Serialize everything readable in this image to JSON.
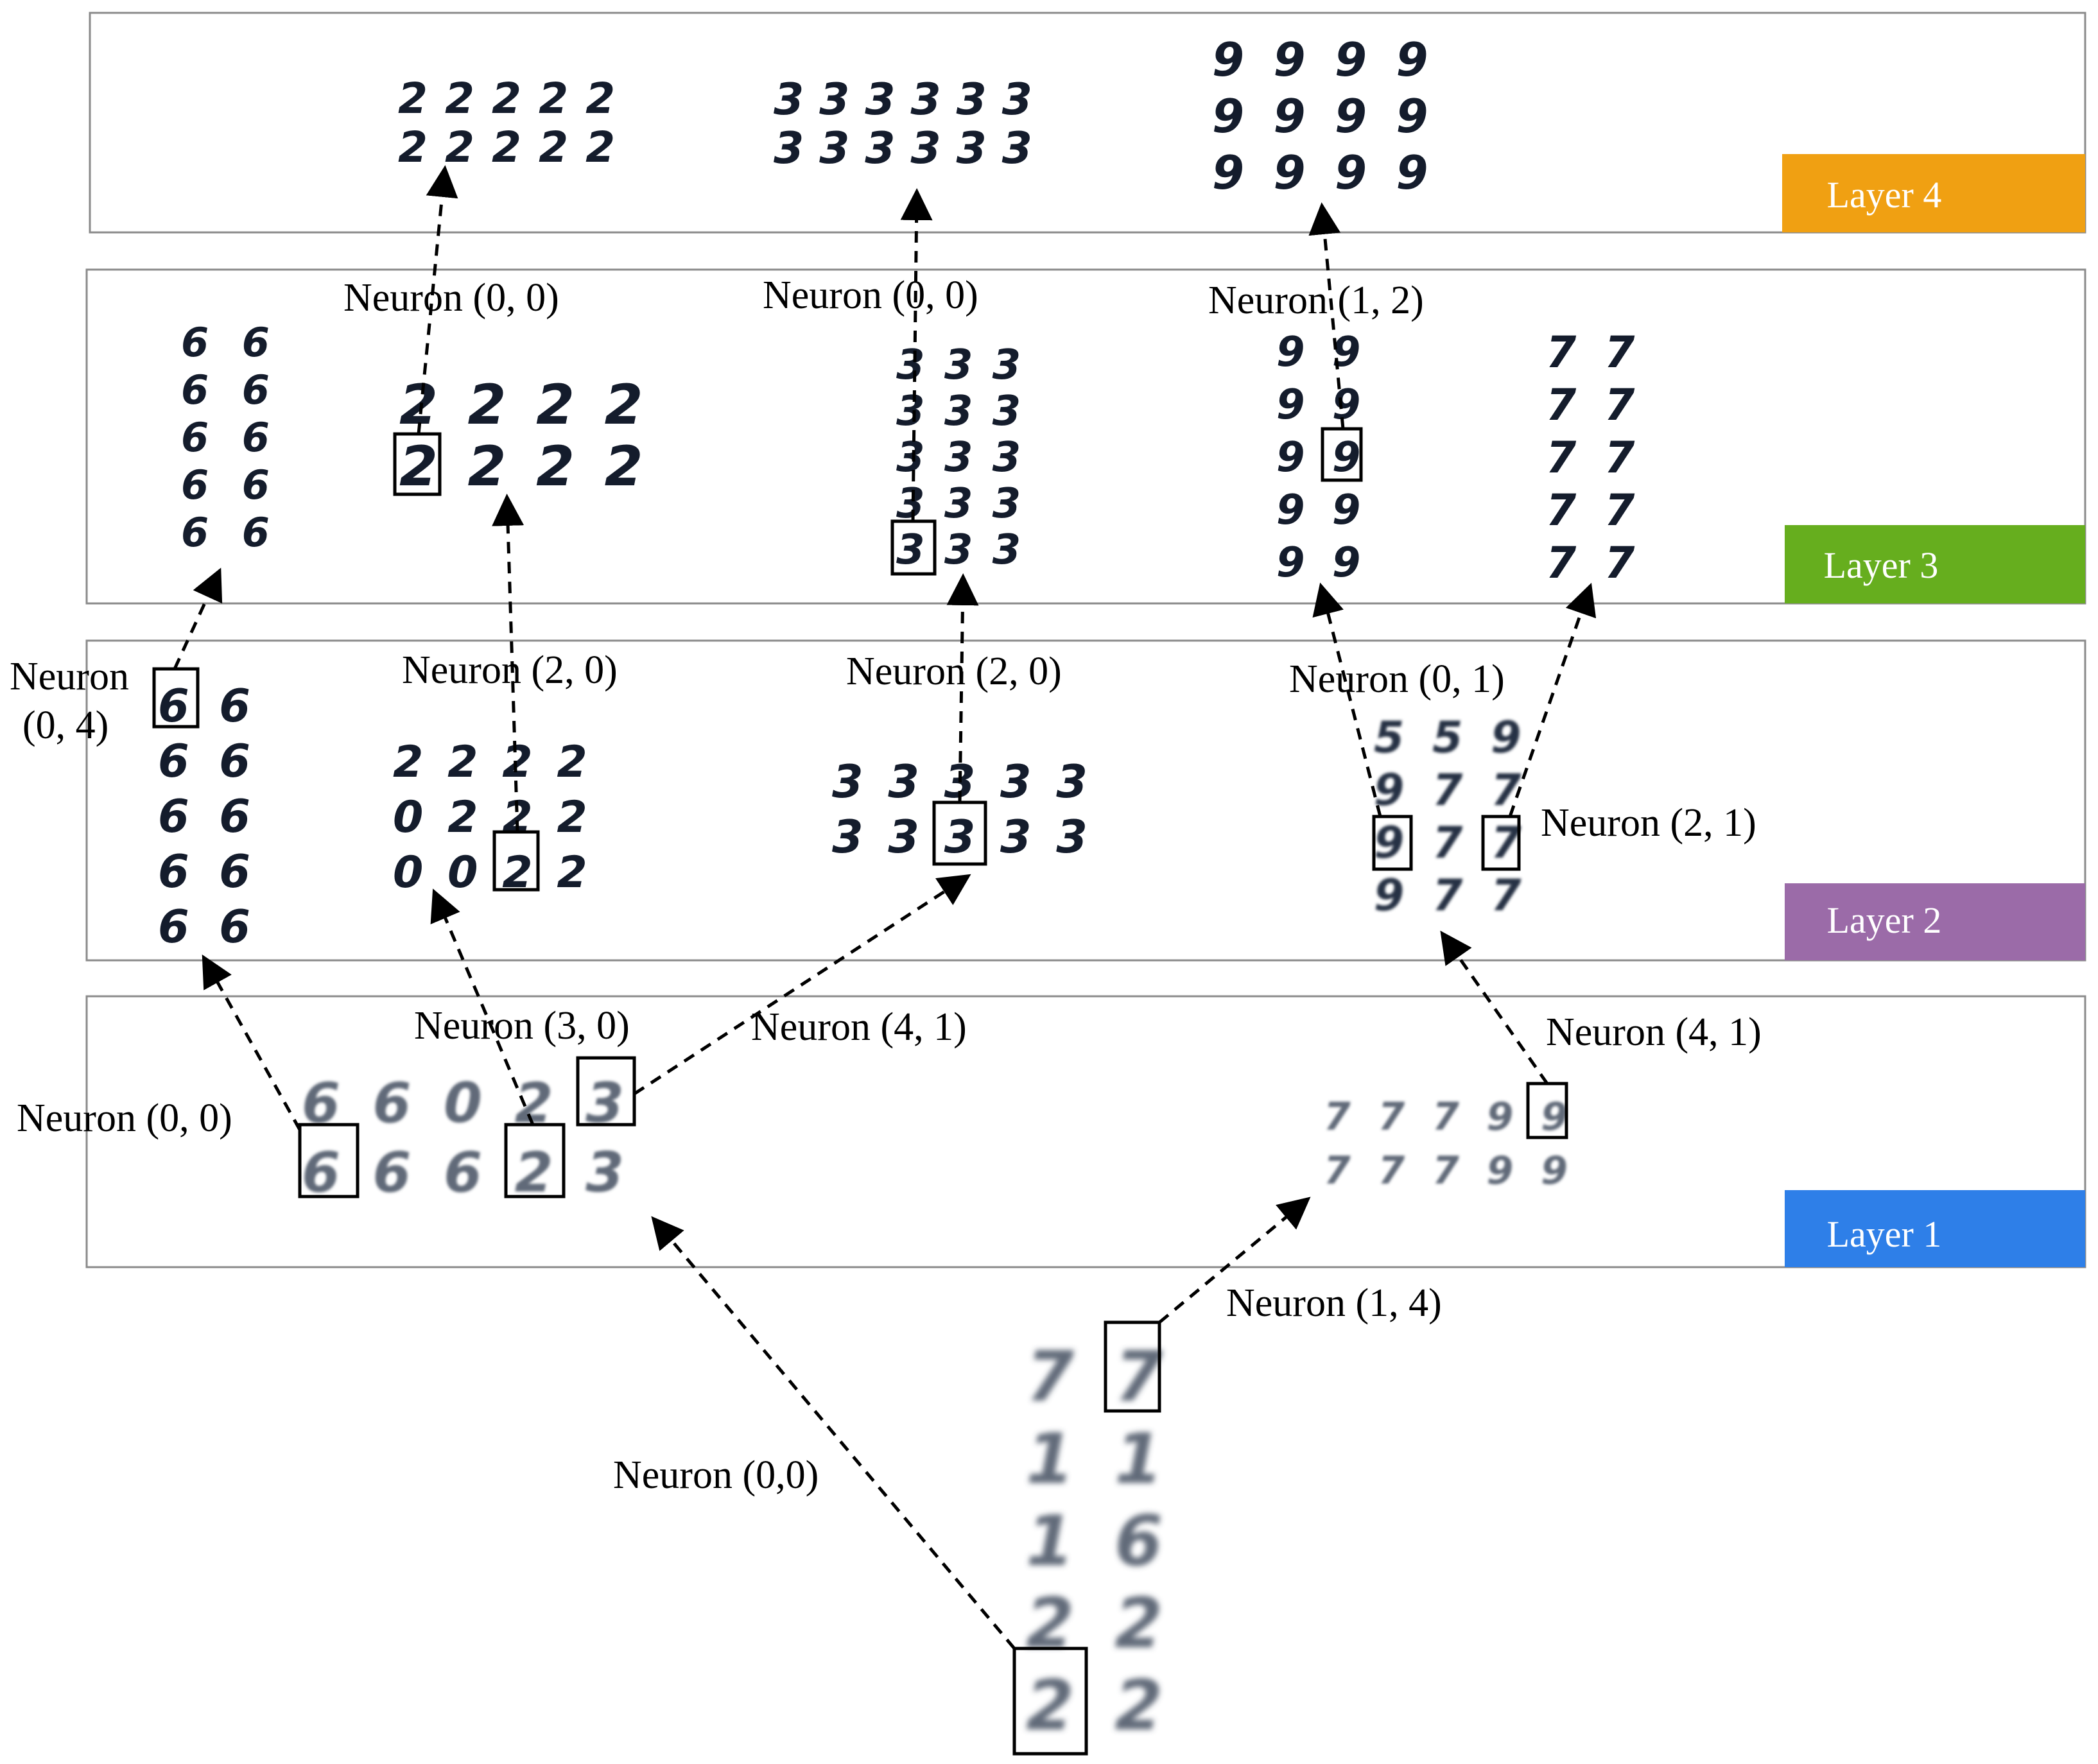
{
  "layers": [
    {
      "name": "Layer 4",
      "color": "#F0A012"
    },
    {
      "name": "Layer 3",
      "color": "#66AE1E"
    },
    {
      "name": "Layer 2",
      "color": "#9B6BA8"
    },
    {
      "name": "Layer 1",
      "color": "#2E7FE8"
    }
  ],
  "neuron_labels": {
    "l4_2": "Neuron (0, 0)",
    "l4_3": "Neuron (0, 0)",
    "l4_9": "Neuron (1, 2)",
    "l3_6_line1": "Neuron",
    "l3_6_line2": "(0, 4)",
    "l3_2": "Neuron (2, 0)",
    "l3_3": "Neuron (2, 0)",
    "l3_9": "Neuron (0, 1)",
    "l3_7": "Neuron (2, 1)",
    "l2_2": "Neuron (3, 0)",
    "l2_3": "Neuron (4, 1)",
    "l1_6": "Neuron (0, 0)",
    "l2_97": "Neuron (4, 1)",
    "l1_79": "Neuron (1, 4)",
    "l1_root": "Neuron (0,0)"
  },
  "digit_grids": {
    "l4_twos": [
      "22222",
      "22222"
    ],
    "l4_threes": [
      "333333",
      "333333"
    ],
    "l4_nines": [
      "9999",
      "9999",
      "9999"
    ],
    "l3_sixes": [
      "66",
      "66",
      "66",
      "66",
      "66"
    ],
    "l3_twos": [
      "2222",
      "2222"
    ],
    "l3_threes": [
      "333",
      "333",
      "333",
      "333",
      "333"
    ],
    "l3_nines": [
      "99",
      "99",
      "99",
      "99",
      "99"
    ],
    "l3_sevens": [
      "77",
      "77",
      "77",
      "77",
      "77"
    ],
    "l2_sixes": [
      "66",
      "66",
      "66",
      "66",
      "66"
    ],
    "l2_twos": [
      "2222",
      "0222",
      "0022"
    ],
    "l2_threes": [
      "33333",
      "33333"
    ],
    "l2_mixed": [
      "559",
      "977",
      "977",
      "977"
    ],
    "l1_left": [
      "66023",
      "66623"
    ],
    "l1_right": [
      "77799",
      "77799"
    ],
    "root": [
      "77",
      "11",
      "16",
      "22",
      "22"
    ]
  }
}
